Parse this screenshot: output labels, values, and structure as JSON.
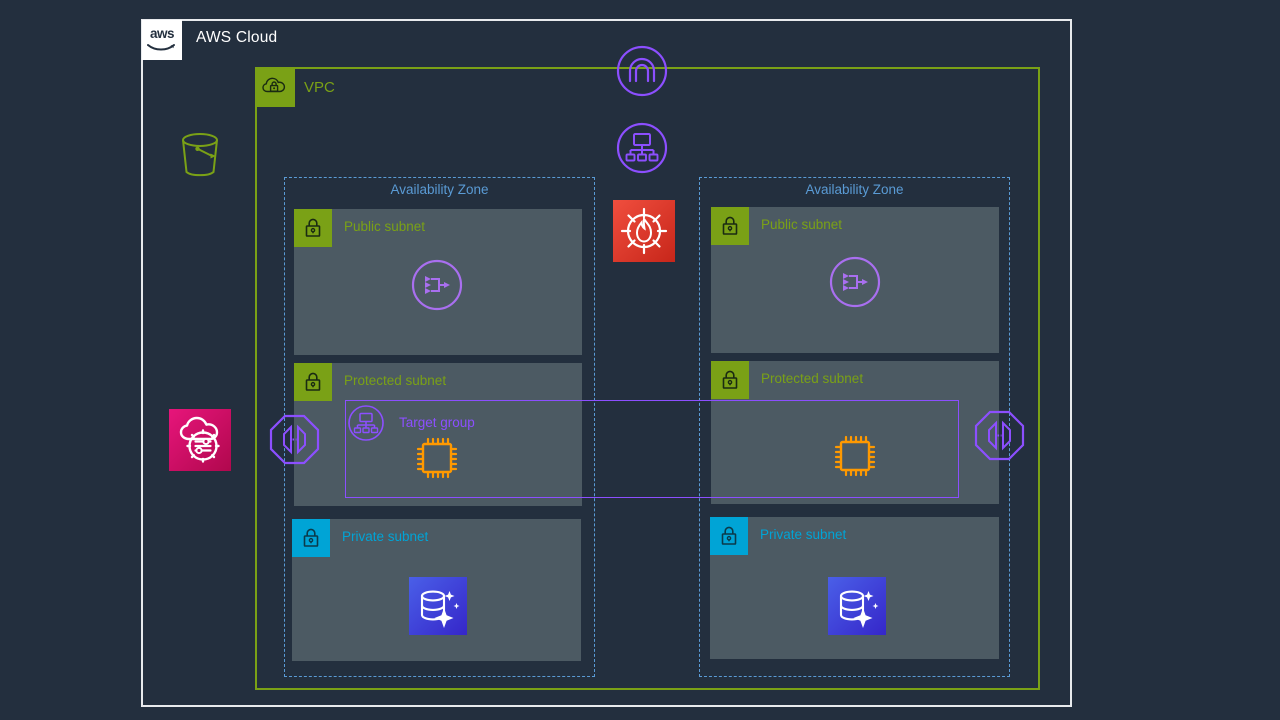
{
  "diagram": {
    "title": "AWS Cloud",
    "background_color": "#232f3e"
  },
  "cloud": {
    "label": "AWS Cloud",
    "logo_text": "aws",
    "border_color": "#e8eaed"
  },
  "vpc": {
    "label": "VPC",
    "color": "#7aa116",
    "icon": "vpc-cloud-lock-icon"
  },
  "availability_zones": [
    {
      "label": "Availability Zone",
      "color": "#5a9bd5",
      "subnets": [
        {
          "label": "Public subnet",
          "type": "public",
          "color": "#7aa116",
          "icon": "subnet-lock-icon",
          "resources": [
            {
              "name": "nat-gateway",
              "color": "#8c4fff"
            }
          ]
        },
        {
          "label": "Protected subnet",
          "type": "protected",
          "color": "#7aa116",
          "icon": "subnet-lock-icon",
          "resources": [
            {
              "name": "ec2-instance",
              "color": "#ff9900"
            }
          ]
        },
        {
          "label": "Private subnet",
          "type": "private",
          "color": "#00a4d6",
          "icon": "subnet-lock-icon",
          "resources": [
            {
              "name": "aurora-database",
              "color": "#3b48cc"
            }
          ]
        }
      ]
    },
    {
      "label": "Availability Zone",
      "color": "#5a9bd5",
      "subnets": [
        {
          "label": "Public subnet",
          "type": "public",
          "color": "#7aa116",
          "icon": "subnet-lock-icon",
          "resources": [
            {
              "name": "nat-gateway",
              "color": "#8c4fff"
            }
          ]
        },
        {
          "label": "Protected subnet",
          "type": "protected",
          "color": "#7aa116",
          "icon": "subnet-lock-icon",
          "resources": [
            {
              "name": "ec2-instance",
              "color": "#ff9900"
            }
          ]
        },
        {
          "label": "Private subnet",
          "type": "private",
          "color": "#00a4d6",
          "icon": "subnet-lock-icon",
          "resources": [
            {
              "name": "aurora-database",
              "color": "#3b48cc"
            }
          ]
        }
      ]
    }
  ],
  "target_group": {
    "label": "Target group",
    "color": "#8c4fff",
    "icon": "target-group-icon"
  },
  "standalone_resources": [
    {
      "name": "s3-bucket",
      "icon": "s3-bucket-icon",
      "color": "#7aa116"
    },
    {
      "name": "cloudfront",
      "icon": "cloudfront-icon",
      "color": "#e7157b"
    },
    {
      "name": "internet-gateway",
      "icon": "internet-gateway-icon",
      "color": "#8c4fff"
    },
    {
      "name": "route-table",
      "icon": "route-table-icon",
      "color": "#8c4fff"
    },
    {
      "name": "network-firewall",
      "icon": "network-firewall-icon",
      "color": "#dd3524"
    },
    {
      "name": "application-load-balancer",
      "icon": "load-balancer-icon",
      "color": "#8c4fff"
    }
  ],
  "colors": {
    "background": "#232f3e",
    "subnet_fill": "#4c5a63",
    "vpc_green": "#7aa116",
    "az_blue": "#5a9bd5",
    "private_cyan": "#00a4d6",
    "purple": "#8c4fff",
    "orange": "#ff9900",
    "firewall_red": "#dd3524",
    "cloudfront_pink": "#e7157b",
    "database_blue": "#3b48cc"
  }
}
